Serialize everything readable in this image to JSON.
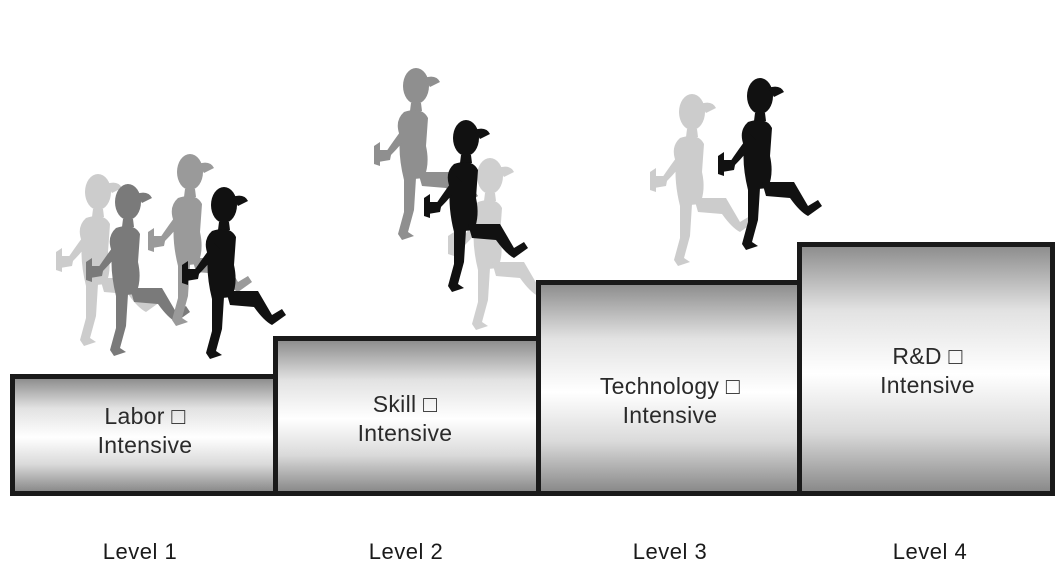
{
  "steps": [
    {
      "line1": "Labor □",
      "line2": "Intensive",
      "level": "Level 1"
    },
    {
      "line1": "Skill □",
      "line2": "Intensive",
      "level": "Level 2"
    },
    {
      "line1": "Technology □",
      "line2": "Intensive",
      "level": "Level 3"
    },
    {
      "line1": "R&D □",
      "line2": "Intensive",
      "level": "Level 4"
    }
  ],
  "colors": {
    "figure_light": "#c8c8c8",
    "figure_mid": "#999999",
    "figure_dark": "#777777",
    "figure_black": "#111111",
    "step_border": "#1a1a1a"
  },
  "icons": [
    "marching-figure-icon"
  ]
}
